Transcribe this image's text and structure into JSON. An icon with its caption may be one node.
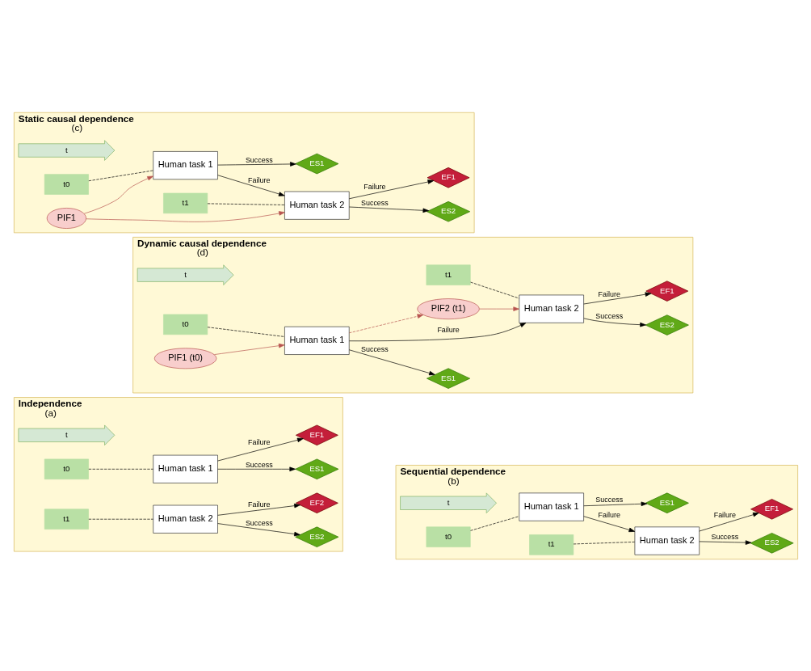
{
  "diagram": {
    "nodes": [
      {
        "text": [
          "Independence",
          "(a)"
        ]
      },
      {
        "text": [
          "t"
        ],
        "in": 0
      },
      {
        "text": [
          "t0"
        ],
        "in": 0
      },
      {
        "text": [
          "t1"
        ],
        "in": 0
      },
      {
        "text": [
          "Human task 1"
        ],
        "in": 0
      },
      {
        "text": [
          "ES1"
        ],
        "in": 0
      },
      {
        "text": [
          "EF1"
        ],
        "in": 0
      },
      {
        "text": [
          "Human task 2"
        ],
        "in": 0
      },
      {
        "text": [
          "ES2"
        ],
        "in": 0
      },
      {
        "text": [
          "EF2"
        ],
        "in": 0
      },
      {
        "text": [
          "Sequential dependence",
          "(b)"
        ]
      },
      {
        "text": [
          "t"
        ],
        "in": 10
      },
      {
        "text": [
          "t0"
        ],
        "in": 10
      },
      {
        "text": [
          "t1"
        ],
        "in": 10
      },
      {
        "text": [
          "Human task 1"
        ],
        "in": 10
      },
      {
        "text": [
          "ES1"
        ],
        "in": 10
      },
      {
        "text": [
          "Human task 2"
        ],
        "in": 10
      },
      {
        "text": [
          "ES2"
        ],
        "in": 10
      },
      {
        "text": [
          "EF1"
        ],
        "in": 10
      },
      {
        "text": [
          "Static causal dependence",
          "(c)"
        ]
      },
      {
        "text": [
          "t"
        ],
        "in": 19
      },
      {
        "text": [
          "t0"
        ],
        "in": 19
      },
      {
        "text": [
          "t1"
        ],
        "in": 19
      },
      {
        "text": [
          "Human task 1"
        ],
        "in": 19
      },
      {
        "text": [
          "ES1"
        ],
        "in": 19
      },
      {
        "text": [
          "Human task 2"
        ],
        "in": 19
      },
      {
        "text": [
          "ES2"
        ],
        "in": 19
      },
      {
        "text": [
          "EF1"
        ],
        "in": 19
      },
      {
        "text": [
          "PIF1"
        ],
        "in": 19
      },
      {
        "text": [
          "Dynamic causal dependence",
          "(d)"
        ]
      },
      {
        "text": [
          "t"
        ],
        "in": 29
      },
      {
        "text": [
          "t0"
        ],
        "in": 29
      },
      {
        "text": [
          "t1"
        ],
        "in": 29
      },
      {
        "text": [
          "Human task 1"
        ],
        "in": 29
      },
      {
        "text": [
          "ES1"
        ],
        "in": 29
      },
      {
        "text": [
          "Human task 2"
        ],
        "in": 29
      },
      {
        "text": [
          "ES2"
        ],
        "in": 29
      },
      {
        "text": [
          "EF1"
        ],
        "in": 29
      },
      {
        "text": [
          "PIF1 (t0)"
        ],
        "in": 29
      },
      {
        "text": [
          "PIF2 (t1)"
        ],
        "in": 29
      }
    ],
    "edges": [
      {
        "from": 2,
        "to": 4,
        "arrow": "none",
        "style": "dashed"
      },
      {
        "from": 3,
        "to": 7,
        "arrow": "none",
        "style": "dashed"
      },
      {
        "from": 4,
        "to": 5,
        "arrow": "to",
        "label": "Success"
      },
      {
        "from": 4,
        "to": 6,
        "arrow": "to",
        "label": "Failure"
      },
      {
        "from": 7,
        "to": 8,
        "arrow": "to",
        "label": "Success"
      },
      {
        "from": 7,
        "to": 9,
        "arrow": "to",
        "label": "Failure"
      },
      {
        "from": 12,
        "to": 14,
        "arrow": "none",
        "style": "dashed"
      },
      {
        "from": 13,
        "to": 16,
        "arrow": "none",
        "style": "dashed"
      },
      {
        "from": 14,
        "to": 15,
        "arrow": "to",
        "label": "Success"
      },
      {
        "from": 14,
        "to": 16,
        "arrow": "to",
        "label": "Failure"
      },
      {
        "from": 16,
        "to": 17,
        "arrow": "to",
        "label": "Success"
      },
      {
        "from": 16,
        "to": 18,
        "arrow": "to",
        "label": "Failure"
      },
      {
        "from": 21,
        "to": 23,
        "arrow": "none",
        "style": "dashed"
      },
      {
        "from": 22,
        "to": 25,
        "arrow": "none",
        "style": "dashed"
      },
      {
        "from": 23,
        "to": 24,
        "arrow": "to",
        "label": "Success"
      },
      {
        "from": 23,
        "to": 25,
        "arrow": "to",
        "label": "Failure"
      },
      {
        "from": 25,
        "to": 26,
        "arrow": "to",
        "label": "Success"
      },
      {
        "from": 25,
        "to": 27,
        "arrow": "to",
        "label": "Failure"
      },
      {
        "from": 28,
        "to": 23,
        "arrow": "to",
        "color": "#b85450"
      },
      {
        "from": 28,
        "to": 25,
        "arrow": "to",
        "color": "#b85450"
      },
      {
        "from": 31,
        "to": 33,
        "arrow": "none",
        "style": "dashed"
      },
      {
        "from": 32,
        "to": 35,
        "arrow": "none",
        "style": "dashed"
      },
      {
        "from": 33,
        "to": 34,
        "arrow": "to",
        "label": "Success"
      },
      {
        "from": 33,
        "to": 35,
        "arrow": "to",
        "label": "Failure"
      },
      {
        "from": 35,
        "to": 36,
        "arrow": "to",
        "label": "Success"
      },
      {
        "from": 35,
        "to": 37,
        "arrow": "to",
        "label": "Failure"
      },
      {
        "from": 38,
        "to": 33,
        "arrow": "to",
        "color": "#b85450"
      },
      {
        "from": 33,
        "to": 39,
        "arrow": "to",
        "style": "dashed",
        "color": "#b85450"
      },
      {
        "from": 39,
        "to": 35,
        "arrow": "to",
        "color": "#b85450"
      }
    ]
  }
}
